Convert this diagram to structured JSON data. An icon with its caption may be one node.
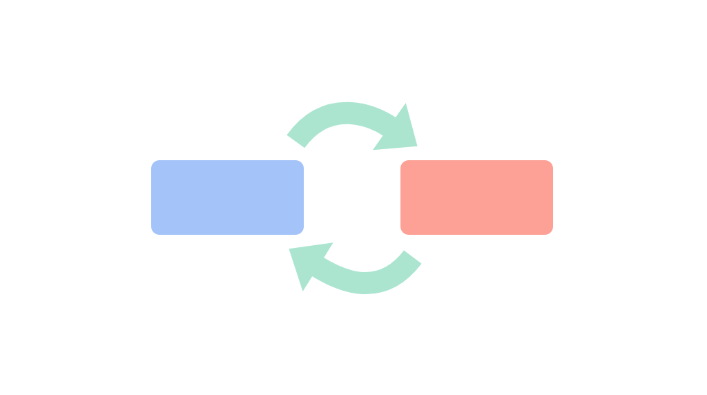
{
  "diagram": {
    "nodes": [
      {
        "text": [],
        "shape": "box"
      },
      {
        "text": [],
        "shape": "box"
      }
    ],
    "edges": [
      {
        "from": 0,
        "to": 1,
        "arrow": "to"
      },
      {
        "from": 1,
        "to": 0,
        "arrow": "to"
      }
    ]
  }
}
